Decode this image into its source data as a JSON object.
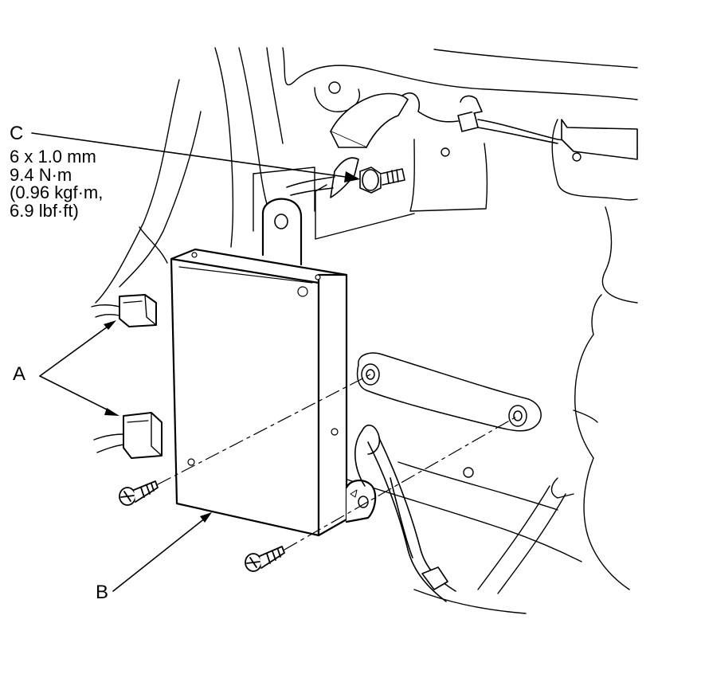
{
  "labels": {
    "a": "A",
    "b": "B",
    "c": "C"
  },
  "spec_c": {
    "size": "6 x 1.0 mm",
    "torque_nm": "9.4 N·m",
    "torque_kgf": "(0.96 kgf·m,",
    "torque_lbf": "6.9 lbf·ft)"
  },
  "colors": {
    "line": "#000000",
    "background": "#ffffff",
    "part_fill": "#ffffff"
  }
}
